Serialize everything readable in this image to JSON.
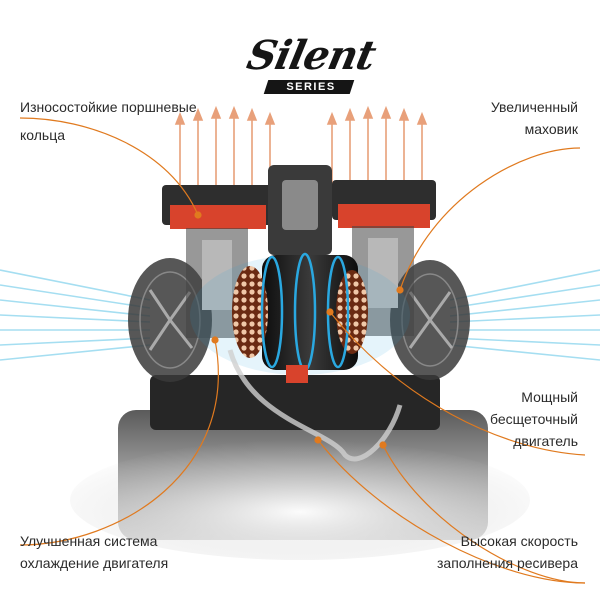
{
  "brand": {
    "script": "Silent",
    "series": "SERIES"
  },
  "labels": {
    "piston_rings": [
      "Износостойкие поршневые",
      "кольца"
    ],
    "flywheel": [
      "Увеличенный",
      "маховик"
    ],
    "motor": [
      "Мощный",
      "бесщеточный",
      "двигатель"
    ],
    "cooling": [
      "Улучшенная система",
      "охлаждение двигателя"
    ],
    "receiver_fill": [
      "Высокая скорость",
      "заполнения ресивера"
    ]
  },
  "colors": {
    "callout_line": "#e07a1f",
    "hot_arrows": "#e8a07a",
    "cool_arrows": "#8fd6ee",
    "body_dark": "#2e2e2e",
    "accent_red": "#d8432c",
    "motor_glow": "#2aa8e0"
  }
}
